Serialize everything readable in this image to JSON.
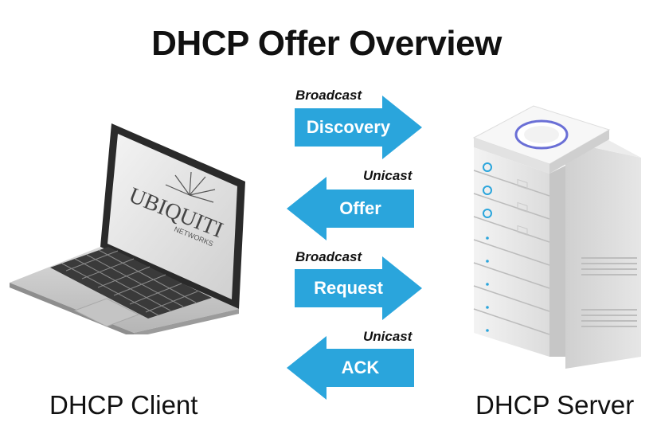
{
  "title": "DHCP Offer Overview",
  "client_label": "DHCP Client",
  "server_label": "DHCP Server",
  "laptop_logo": "UBIQUITI",
  "laptop_logo_sub": "NETWORKS",
  "arrow_color": "#2aa5dc",
  "messages": [
    {
      "label": "Discovery",
      "type": "Broadcast",
      "direction": "right"
    },
    {
      "label": "Offer",
      "type": "Unicast",
      "direction": "left"
    },
    {
      "label": "Request",
      "type": "Broadcast",
      "direction": "right"
    },
    {
      "label": "ACK",
      "type": "Unicast",
      "direction": "left"
    }
  ]
}
